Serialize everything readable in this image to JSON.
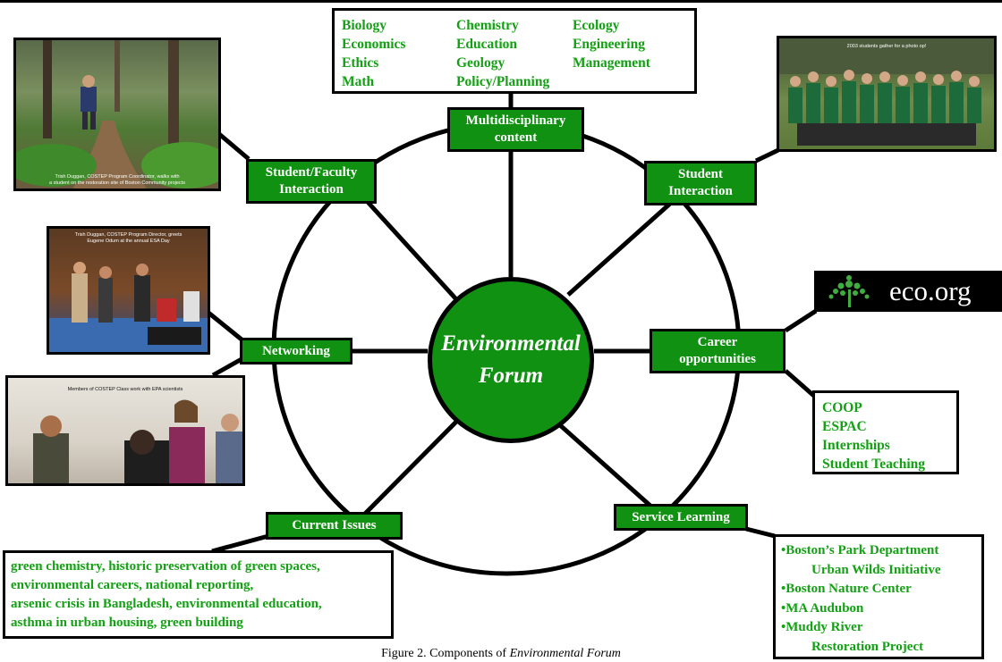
{
  "center": {
    "line1": "Environmental",
    "line2": "Forum"
  },
  "nodes": {
    "multidisciplinary": [
      "Multidisciplinary",
      "content"
    ],
    "student_faculty": [
      "Student/Faculty",
      "Interaction"
    ],
    "student": [
      "Student",
      "Interaction"
    ],
    "networking": [
      "Networking"
    ],
    "career": [
      "Career",
      "opportunities"
    ],
    "current_issues": [
      "Current Issues"
    ],
    "service_learning": [
      "Service Learning"
    ]
  },
  "disciplines": {
    "col1": [
      "Biology",
      "Economics",
      "Ethics",
      "Math"
    ],
    "col2": [
      "Chemistry",
      "Education",
      "Geology",
      "Policy/Planning"
    ],
    "col3": [
      "Ecology",
      "Engineering",
      "Management"
    ]
  },
  "career_list": [
    "COOP",
    "ESPAC",
    "Internships",
    "Student Teaching"
  ],
  "issues_list": [
    "green chemistry, historic preservation of green spaces,",
    "environmental careers, national reporting,",
    "arsenic crisis in Bangladesh, environmental education,",
    "asthma in urban housing, green building"
  ],
  "service_list": [
    "•Boston’s Park Department",
    "Urban Wilds Initiative",
    "•Boston Nature Center",
    "•MA Audubon",
    "•Muddy River",
    "Restoration Project"
  ],
  "logo": {
    "text": "eco.org"
  },
  "photo_captions": {
    "p1": [
      "Trish Duggan, COSTEP Program Coordinator, walks with",
      "a student on the restoration site of Boston Community projects"
    ],
    "p2": [
      "2003 students gather for a photo op!"
    ],
    "p3": [
      "Trish Duggan, COSTEP Program Director, greets",
      "Eugene Odum at the annual ESA Day"
    ],
    "p4": [
      "Members of COSTEP Class work with EPA scientists"
    ]
  },
  "caption": {
    "prefix": "Figure 2. Components of ",
    "italic": "Environmental Forum"
  },
  "colors": {
    "green": "#119111",
    "text_green": "#14a014",
    "border": "#000000"
  }
}
